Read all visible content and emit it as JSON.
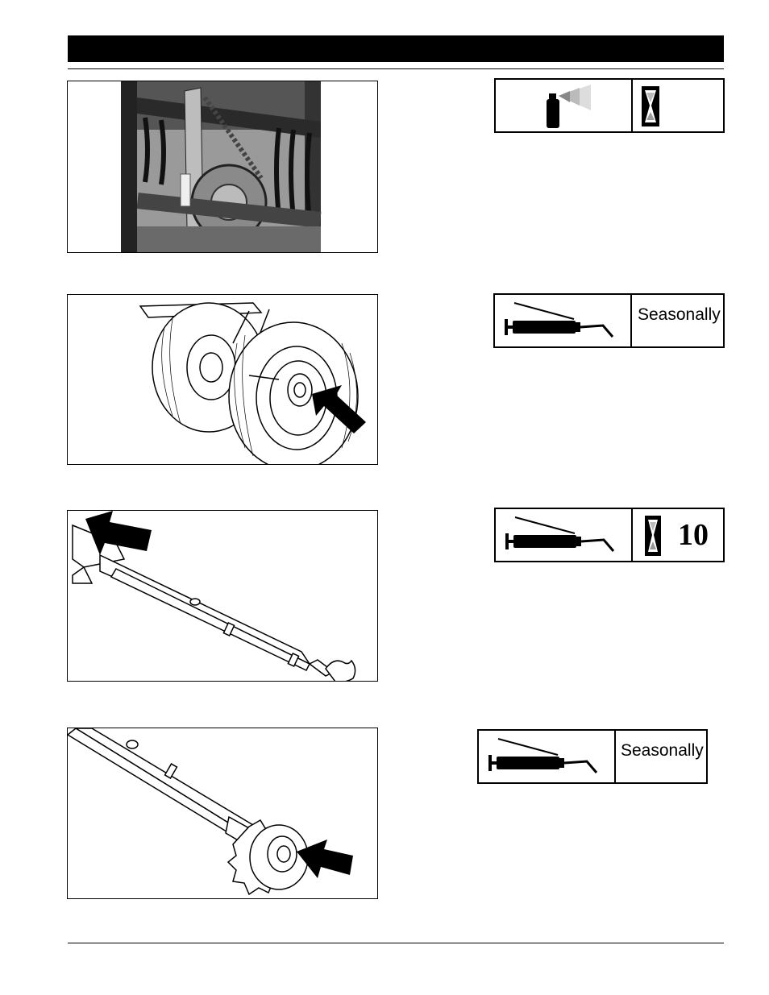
{
  "lube_boxes": [
    {
      "method_icon": "spray-lubricant-icon",
      "interval_icon": "hourglass-icon",
      "interval_label": ""
    },
    {
      "method_icon": "grease-gun-icon",
      "interval_icon": "",
      "interval_label": "Seasonally"
    },
    {
      "method_icon": "grease-gun-icon",
      "interval_icon": "hourglass-icon",
      "interval_label": "10"
    },
    {
      "method_icon": "grease-gun-icon",
      "interval_icon": "",
      "interval_label": "Seasonally"
    }
  ],
  "figures": [
    {
      "name": "drive-chain-photo",
      "icon": "drive-chain-sprocket-photo"
    },
    {
      "name": "gauge-wheels-illustration",
      "icon": "wheel-hub-arrow"
    },
    {
      "name": "arm-pivot-illustration",
      "icon": "pivot-arrow"
    },
    {
      "name": "wheel-bearing-illustration",
      "icon": "bearing-arrow"
    }
  ],
  "colors": {
    "ink": "#000000",
    "paper": "#ffffff"
  }
}
